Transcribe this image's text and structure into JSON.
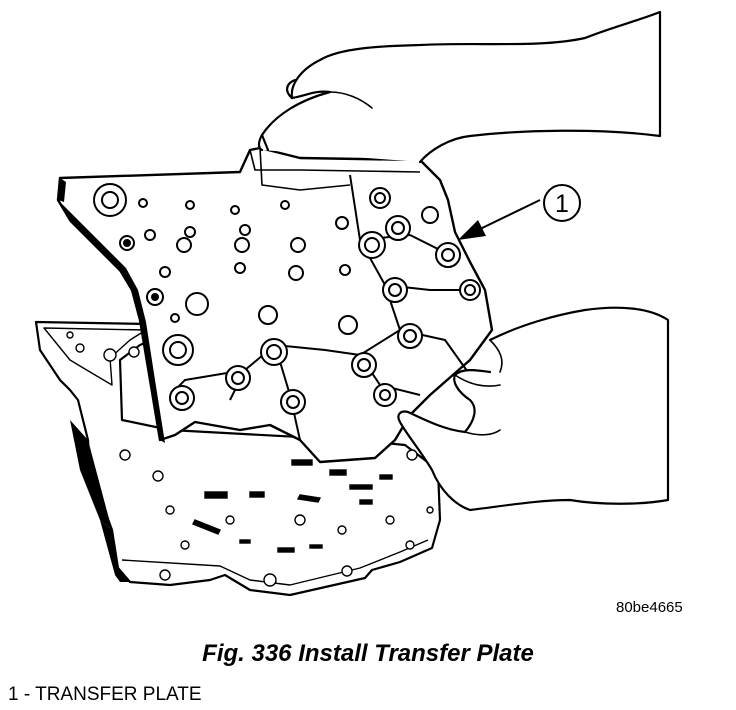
{
  "figure": {
    "code": "80be4665",
    "callout_number": "1",
    "caption": "Fig. 336 Install Transfer Plate",
    "legend": [
      {
        "number": "1",
        "text": "1 - TRANSFER PLATE"
      }
    ]
  }
}
